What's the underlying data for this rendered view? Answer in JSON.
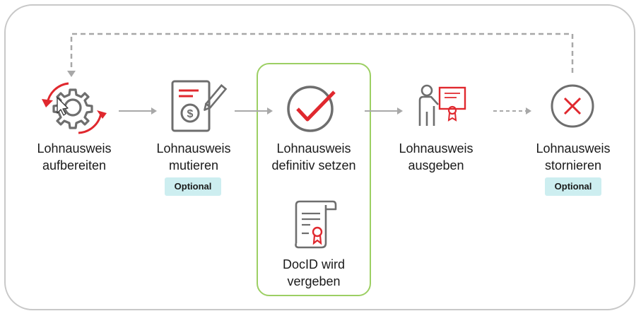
{
  "steps": [
    {
      "line1": "Lohnausweis",
      "line2": "aufbereiten"
    },
    {
      "line1": "Lohnausweis",
      "line2": "mutieren",
      "badge": "Optional"
    },
    {
      "line1": "Lohnausweis",
      "line2": "definitiv setzen"
    },
    {
      "line1": "Lohnausweis",
      "line2": "ausgeben"
    },
    {
      "line1": "Lohnausweis",
      "line2": "stornieren",
      "badge": "Optional"
    }
  ],
  "sub_step": {
    "line1": "DocID wird",
    "line2": "vergeben"
  },
  "colors": {
    "accent": "#e0282e",
    "icon_gray": "#6e6e6e",
    "highlight": "#9ccf63",
    "badge": "#cdeef0",
    "connector": "#a8a8a8"
  },
  "icons": [
    "gear-cycle-icon",
    "document-dollar-pen-icon",
    "checkmark-circle-icon",
    "person-certificate-icon",
    "x-circle-icon",
    "certificate-scroll-icon"
  ]
}
